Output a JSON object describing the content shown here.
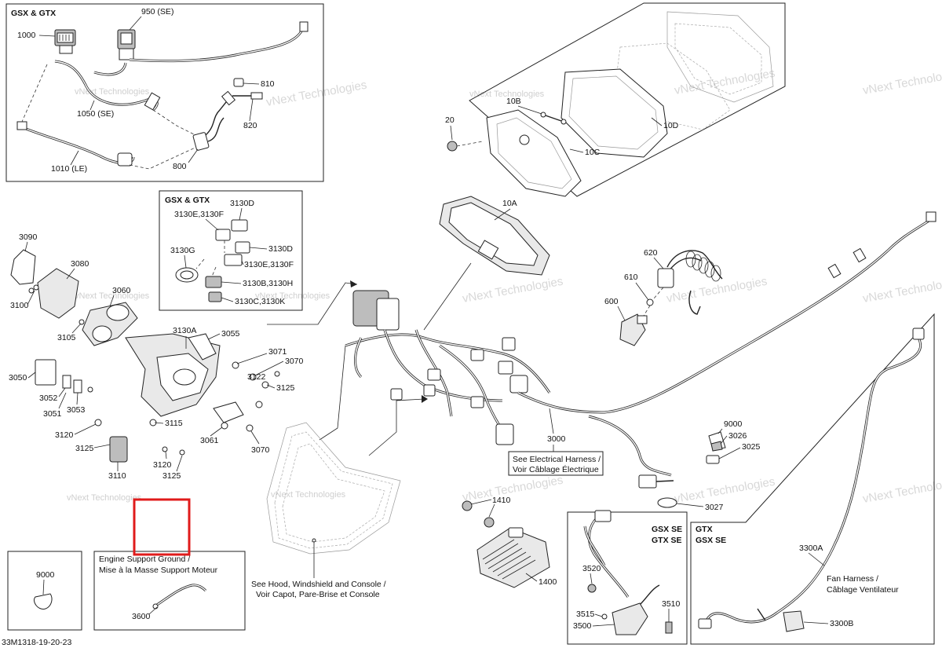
{
  "diagram_code": "33M1318-19-20-23",
  "watermark": "vNext Technologies",
  "panels": {
    "top_left_title": "GSX & GTX",
    "mid_left_title": "GSX & GTX",
    "bottom_right_title_1a": "GSX SE",
    "bottom_right_title_1b": "GTX SE",
    "bottom_right_title_2a": "GTX",
    "bottom_right_title_2b": "GSX SE"
  },
  "notes": {
    "engine_ground_1": "Engine Support Ground /",
    "engine_ground_2": "Mise à la Masse Support Moteur",
    "hood_1": "See Hood, Windshield and Console /",
    "hood_2": "Voir Capot, Pare-Brise et Console",
    "harness_1": "See Electrical Harness /",
    "harness_2": "Voir Câblage Électrique",
    "fan_1": "Fan Harness /",
    "fan_2": "Câblage Ventilateur"
  },
  "parts": {
    "p1000": "1000",
    "p950": "950 (SE)",
    "p810": "810",
    "p1050": "1050 (SE)",
    "p820": "820",
    "p1010": "1010 (LE)",
    "p800": "800",
    "p3130D_a": "3130D",
    "p3130EF_a": "3130E,3130F",
    "p3130G": "3130G",
    "p3130D_b": "3130D",
    "p3130EF_b": "3130E,3130F",
    "p3130BH": "3130B,3130H",
    "p3130CK": "3130C,3130K",
    "p3130A": "3130A",
    "p3090": "3090",
    "p3080": "3080",
    "p3060": "3060",
    "p3100": "3100",
    "p3105": "3105",
    "p3055": "3055",
    "p3071": "3071",
    "p3070_a": "3070",
    "p3050": "3050",
    "p3122": "3122",
    "p3125_a": "3125",
    "p3052": "3052",
    "p3053": "3053",
    "p3051": "3051",
    "p3115": "3115",
    "p3120_a": "3120",
    "p3061": "3061",
    "p3125_b": "3125",
    "p3070_b": "3070",
    "p3120_b": "3120",
    "p3110": "3110",
    "p3125_c": "3125",
    "p20": "20",
    "p10B": "10B",
    "p10D": "10D",
    "p10C": "10C",
    "p10A": "10A",
    "p620": "620",
    "p610": "610",
    "p600": "600",
    "p3000": "3000",
    "p9000_a": "9000",
    "p3026": "3026",
    "p3025": "3025",
    "p3027": "3027",
    "p1410": "1410",
    "p1400": "1400",
    "p3520": "3520",
    "p3515": "3515",
    "p3510": "3510",
    "p3500": "3500",
    "p3300A": "3300A",
    "p3300B": "3300B",
    "p9000_b": "9000",
    "p3600": "3600"
  },
  "highlight_color": "#e01b1b"
}
